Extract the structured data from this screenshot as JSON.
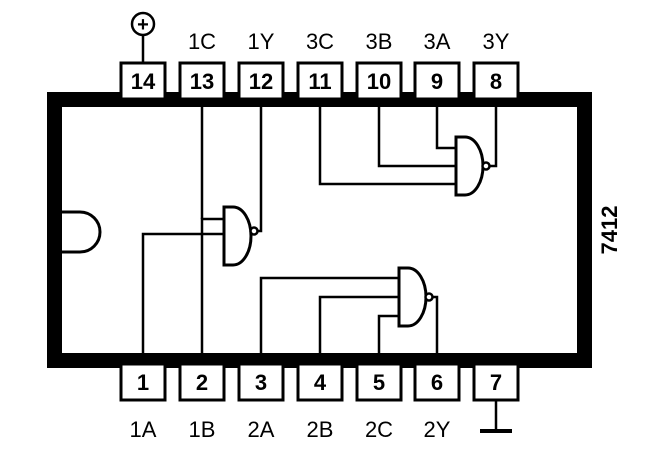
{
  "chip": {
    "part_number": "7412"
  },
  "power_symbol": "+",
  "top_pin_labels": [
    "1C",
    "1Y",
    "3C",
    "3B",
    "3A",
    "3Y"
  ],
  "bottom_pin_labels": [
    "1A",
    "1B",
    "2A",
    "2B",
    "2C",
    "2Y"
  ],
  "top_pins": [
    "14",
    "13",
    "12",
    "11",
    "10",
    "9",
    "8"
  ],
  "bottom_pins": [
    "1",
    "2",
    "3",
    "4",
    "5",
    "6",
    "7"
  ],
  "colors": {
    "ink": "#000000",
    "paper": "#ffffff"
  }
}
